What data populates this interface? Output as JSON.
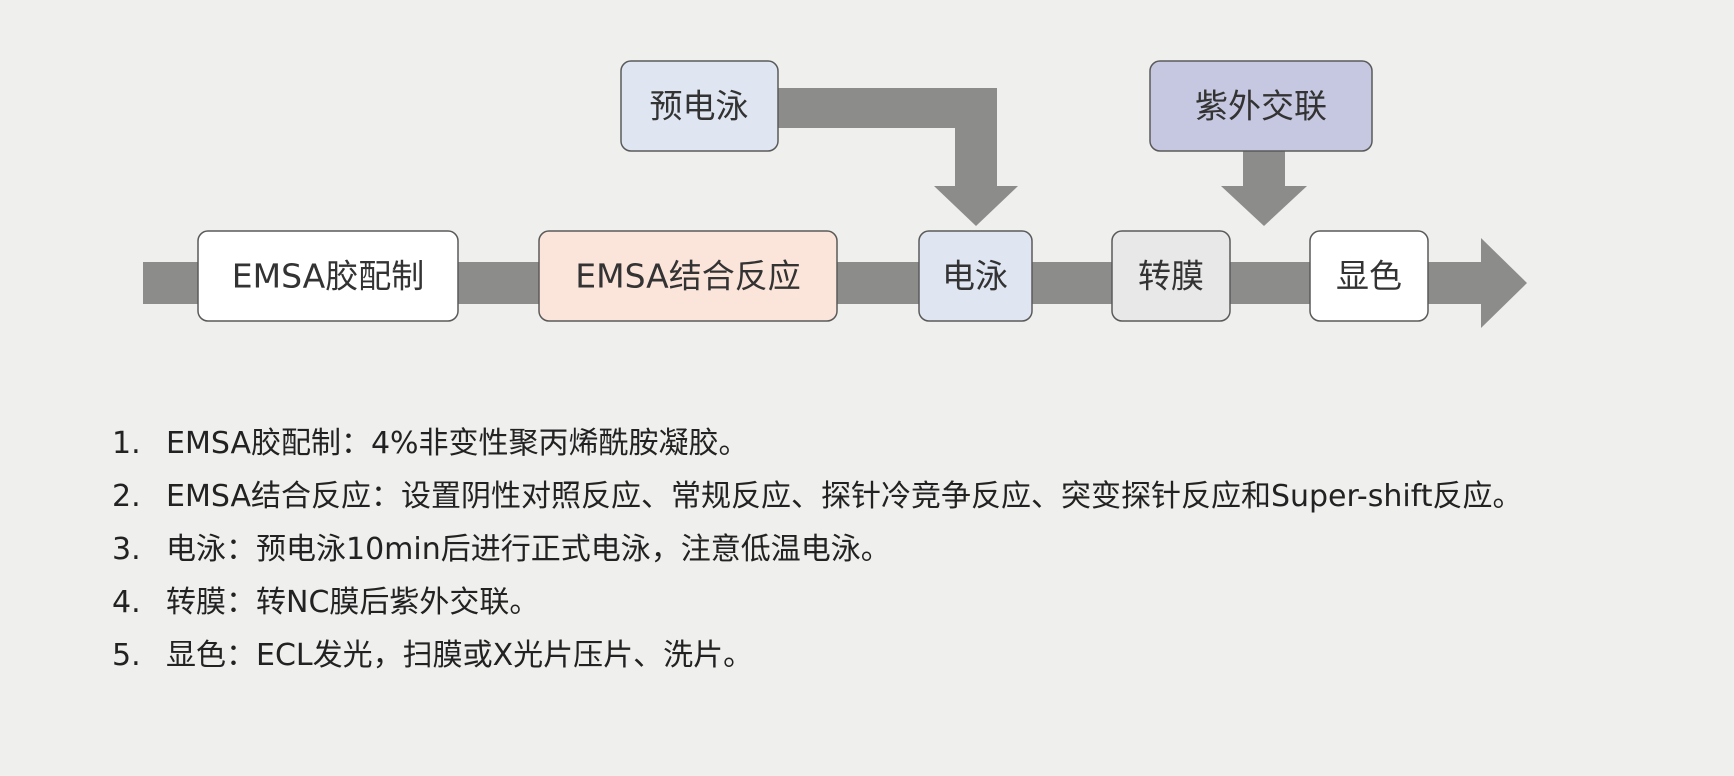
{
  "diagram": {
    "colors": {
      "arrow": "#8c8c8a",
      "box_border": "#5a5a5a",
      "box_text": "#333333",
      "white": "#ffffff",
      "peach": "#fbe4da",
      "light_blue": "#dfe6f1",
      "light_gray": "#e8e8e8",
      "lavender": "#c6c7e0"
    },
    "main_steps": [
      {
        "label": "EMSA胶配制",
        "fill": "white"
      },
      {
        "label": "EMSA结合反应",
        "fill": "peach"
      },
      {
        "label": "电泳",
        "fill": "light_blue"
      },
      {
        "label": "转膜",
        "fill": "light_gray"
      },
      {
        "label": "显色",
        "fill": "white"
      }
    ],
    "side_steps": [
      {
        "label": "预电泳",
        "fill": "light_blue",
        "feeds_into": "电泳"
      },
      {
        "label": "紫外交联",
        "fill": "lavender",
        "feeds_into": "转膜→显色"
      }
    ]
  },
  "steps": [
    {
      "num": "1.",
      "text": "EMSA胶配制：4%非变性聚丙烯酰胺凝胶。"
    },
    {
      "num": "2.",
      "text": "EMSA结合反应：设置阴性对照反应、常规反应、探针冷竞争反应、突变探针反应和Super-shift反应。"
    },
    {
      "num": "3.",
      "text": "电泳：预电泳10min后进行正式电泳，注意低温电泳。"
    },
    {
      "num": "4.",
      "text": "转膜：转NC膜后紫外交联。"
    },
    {
      "num": "5.",
      "text": "显色：ECL发光，扫膜或X光片压片、洗片。"
    }
  ]
}
